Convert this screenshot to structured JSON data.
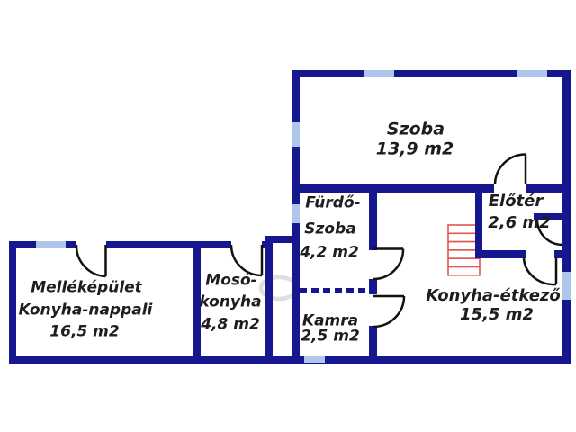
{
  "rooms": {
    "szoba": {
      "name": "Szoba",
      "area": "13,9 m2"
    },
    "furdo": {
      "line1": "Fürdő-",
      "line2": "Szoba",
      "area": "4,2 m2"
    },
    "eloter": {
      "name": "Előtér",
      "area": "2,6 m2"
    },
    "konyha_etkezo": {
      "name": "Konyha-étkező",
      "area": "15,5 m2"
    },
    "kamra": {
      "name": "Kamra",
      "area": "2,5 m2"
    },
    "mellekepulet": {
      "line1": "Melléképület",
      "line2": "Konyha-nappali",
      "area": "16,5 m2"
    },
    "moso_konyha": {
      "line1": "Mosó-",
      "line2": "konyha",
      "area": "4,8 m2"
    }
  },
  "colors": {
    "wall": "#16168e",
    "window": "#aec6ea",
    "stairs": "#e05555",
    "door_line": "#111111",
    "label_text": "#1e1e1e"
  }
}
